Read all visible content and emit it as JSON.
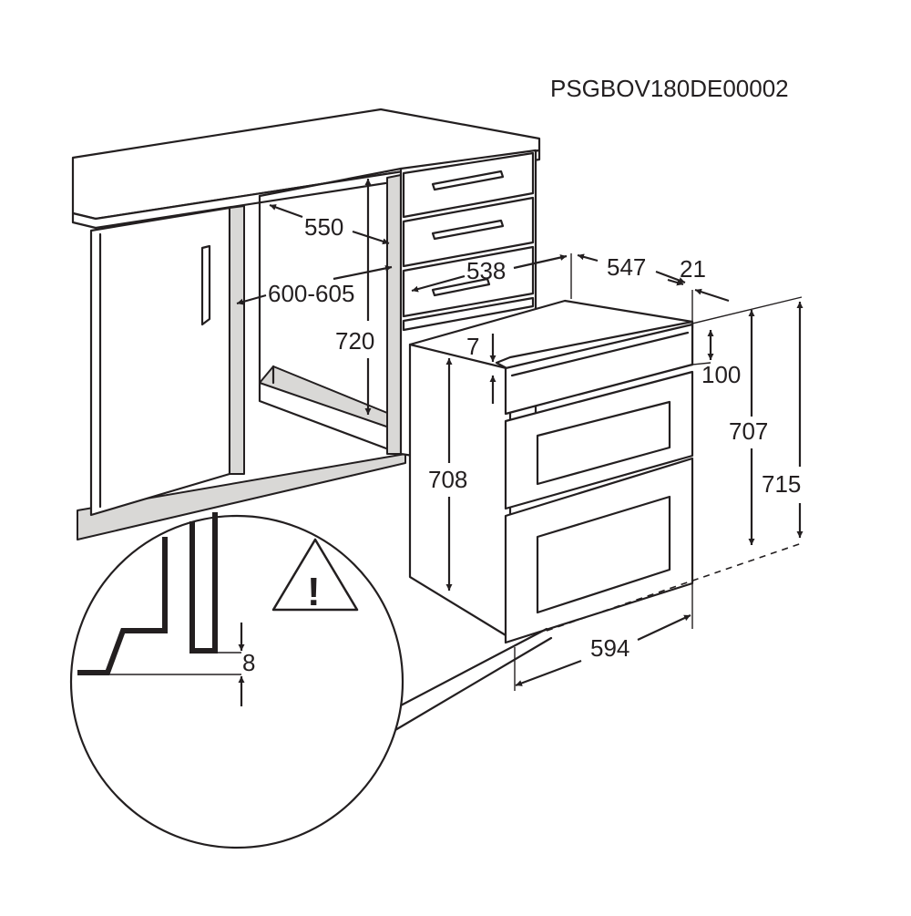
{
  "diagram": {
    "reference_code": "PSGBOV180DE00002",
    "dimensions": {
      "d550": "550",
      "d600_605": "600-605",
      "d720": "720",
      "d538": "538",
      "d547": "547",
      "d21": "21",
      "d7": "7",
      "d100": "100",
      "d708": "708",
      "d707": "707",
      "d715": "715",
      "d594": "594",
      "d8": "8"
    },
    "warning_symbol": "!"
  }
}
